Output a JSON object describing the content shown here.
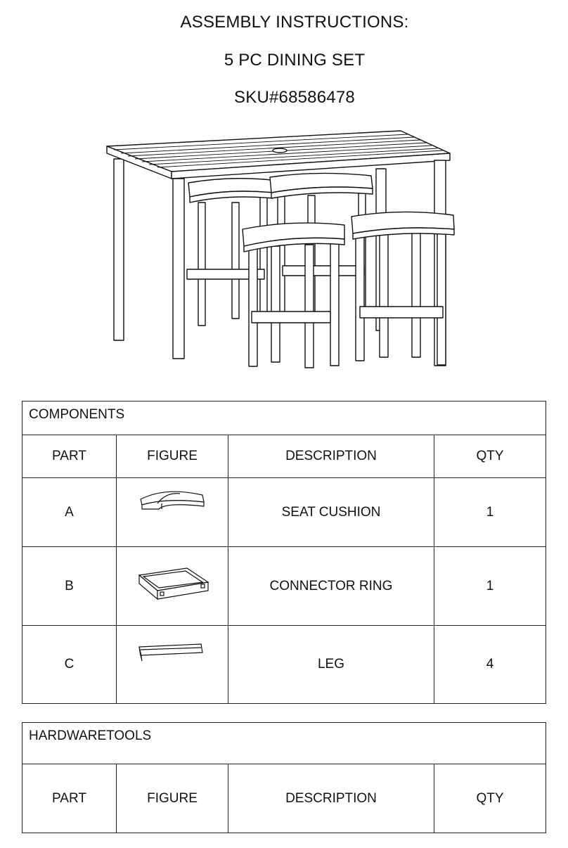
{
  "header": {
    "line1": "ASSEMBLY INSTRUCTIONS:",
    "line2": "5 PC DINING SET",
    "line3": "SKU#68586478"
  },
  "components": {
    "title": "COMPONENTS",
    "columns": [
      "PART",
      "FIGURE",
      "DESCRIPTION",
      "QTY"
    ],
    "rows": [
      {
        "part": "A",
        "figure": "seat-cushion-icon",
        "description": "SEAT CUSHION",
        "qty": "1"
      },
      {
        "part": "B",
        "figure": "connector-ring-icon",
        "description": "CONNECTOR RING",
        "qty": "1"
      },
      {
        "part": "C",
        "figure": "leg-icon",
        "description": "LEG",
        "qty": "4"
      }
    ]
  },
  "hardware": {
    "title": "HARDWARETOOLS",
    "columns": [
      "PART",
      "FIGURE",
      "DESCRIPTION",
      "QTY"
    ]
  },
  "illustration": "dining-set-illustration"
}
